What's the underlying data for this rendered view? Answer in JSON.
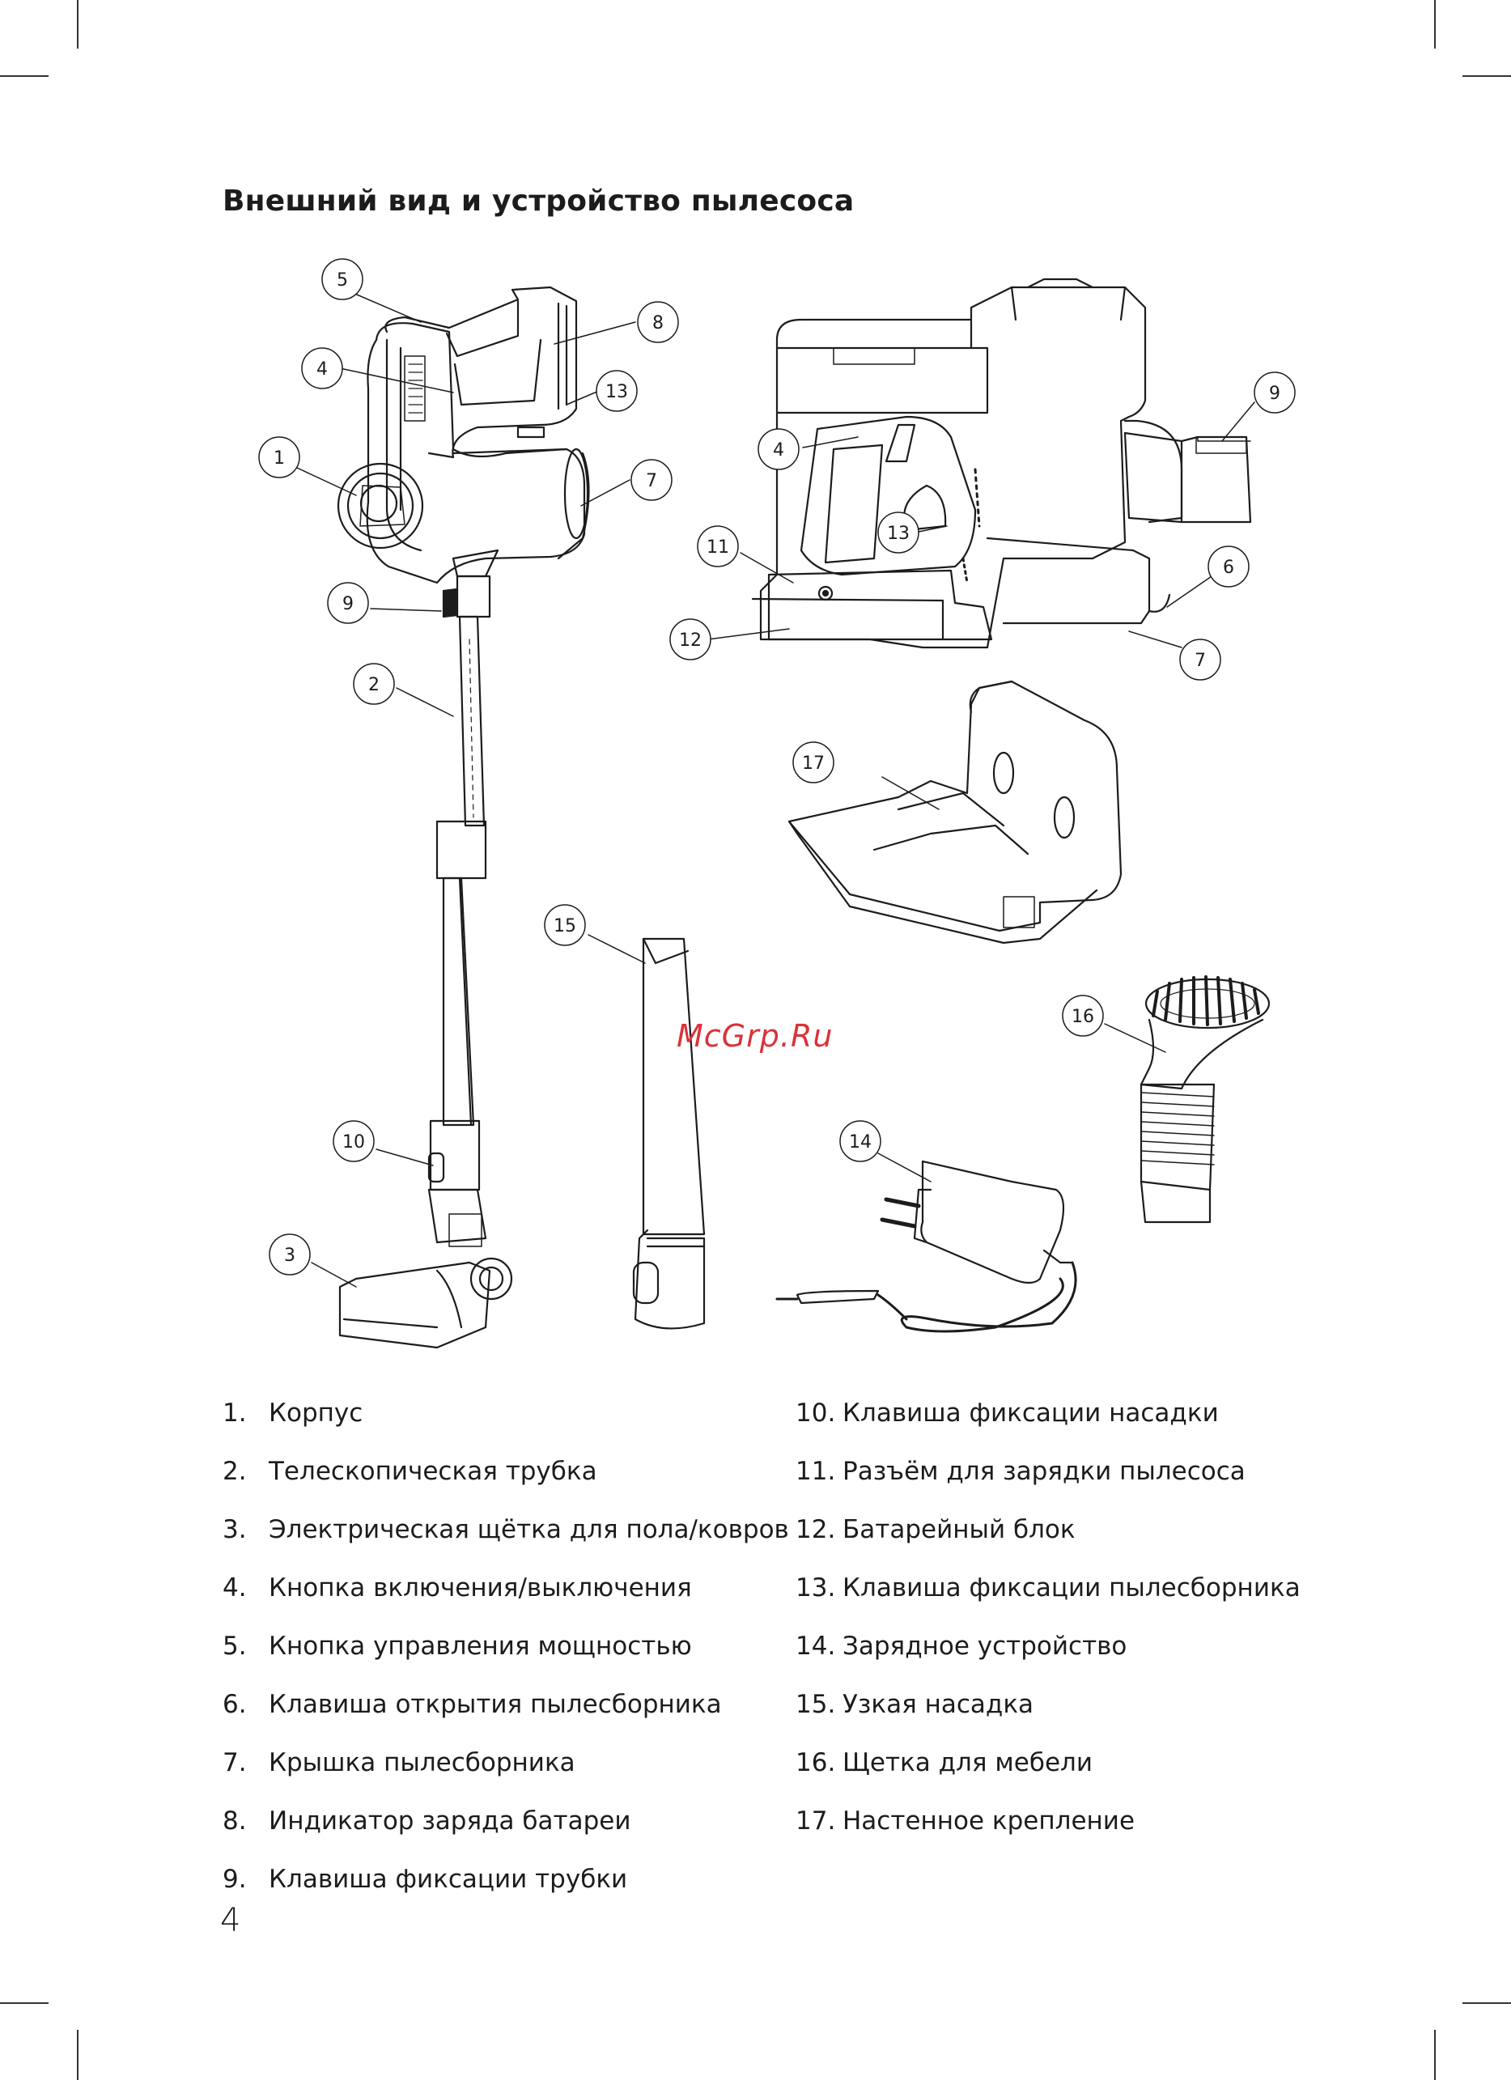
{
  "page": {
    "title": "Внешний вид и устройство пылесоса",
    "watermark": "McGrp.Ru",
    "page_number": "4"
  },
  "callouts": {
    "c1": "1",
    "c2": "2",
    "c3": "3",
    "c4a": "4",
    "c5": "5",
    "c7a": "7",
    "c8": "8",
    "c9a": "9",
    "c10": "10",
    "c13a": "13",
    "c4b": "4",
    "c6": "6",
    "c7b": "7",
    "c9b": "9",
    "c11": "11",
    "c12": "12",
    "c13b": "13",
    "c14": "14",
    "c15": "15",
    "c16": "16",
    "c17": "17"
  },
  "legend_left": [
    {
      "num": "1.",
      "label": "Корпус"
    },
    {
      "num": "2.",
      "label": "Телескопическая трубка"
    },
    {
      "num": "3.",
      "label": "Электрическая щётка для пола/ковров"
    },
    {
      "num": "4.",
      "label": "Кнопка включения/выключения"
    },
    {
      "num": "5.",
      "label": "Кнопка управления мощностью"
    },
    {
      "num": "6.",
      "label": "Клавиша открытия пылесборника"
    },
    {
      "num": "7.",
      "label": "Крышка пылесборника"
    },
    {
      "num": "8.",
      "label": "Индикатор заряда батареи"
    },
    {
      "num": "9.",
      "label": "Клавиша фиксации трубки"
    }
  ],
  "legend_right": [
    {
      "num": "10.",
      "label": "Клавиша фиксации насадки"
    },
    {
      "num": "11.",
      "label": "Разъём для зарядки пылесоса"
    },
    {
      "num": "12.",
      "label": "Батарейный блок"
    },
    {
      "num": "13.",
      "label": "Клавиша фиксации пылесборника"
    },
    {
      "num": "14.",
      "label": "Зарядное устройство"
    },
    {
      "num": "15.",
      "label": "Узкая насадка"
    },
    {
      "num": "16.",
      "label": "Щетка для мебели"
    },
    {
      "num": "17.",
      "label": "Настенное крепление"
    }
  ]
}
